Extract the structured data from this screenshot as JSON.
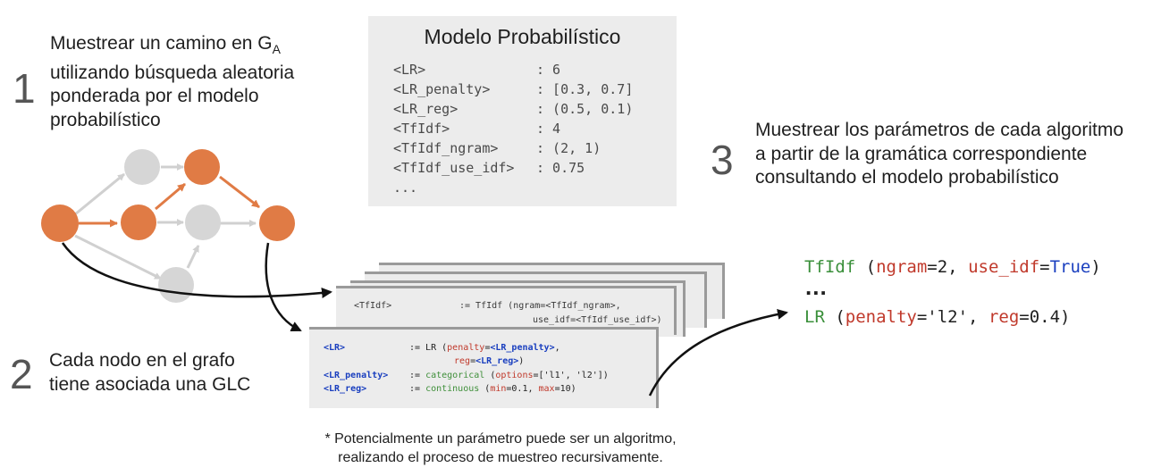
{
  "step1": {
    "number": "1",
    "lines": [
      "Muestrear un camino en G",
      "utilizando búsqueda aleatoria",
      "ponderada por el modelo",
      "probabilístico"
    ],
    "subscript": "A"
  },
  "step2": {
    "number": "2",
    "lines": [
      "Cada nodo en el grafo",
      "tiene asociada una GLC"
    ]
  },
  "step3": {
    "number": "3",
    "lines": [
      "Muestrear los parámetros de cada algoritmo",
      "a partir de la gramática correspondiente",
      "consultando el modelo probabilístico"
    ]
  },
  "model": {
    "title": "Modelo Probabilístico",
    "entries": [
      {
        "key": "<LR>",
        "value": ": 6"
      },
      {
        "key": "<LR_penalty>",
        "value": ": [0.3, 0.7]"
      },
      {
        "key": "<LR_reg>",
        "value": ": (0.5, 0.1)"
      },
      {
        "key": "<TfIdf>",
        "value": ": 4"
      },
      {
        "key": "<TfIdf_ngram>",
        "value": ": (2, 1)"
      },
      {
        "key": "<TfIdf_use_idf>",
        "value": ": 0.75"
      },
      {
        "key": "...",
        "value": ""
      }
    ]
  },
  "grammar_tfidf": {
    "lhs": "<TfIdf>",
    "assign": ":= TfIdf (ngram=<TfIdf_ngram>,",
    "cont": "use_idf=<TfIdf_use_idf>)"
  },
  "grammar_lr": {
    "r1_lhs": "<LR>",
    "r1_assign": ":= LR (",
    "r1_kw1": "penalty",
    "r1_eq1": "=",
    "r1_ref1": "<LR_penalty>",
    "r1_end1": ",",
    "r1_kw2": "reg",
    "r1_eq2": "=",
    "r1_ref2": "<LR_reg>",
    "r1_end2": ")",
    "r2_lhs": "<LR_penalty>",
    "r2_assign": ":= ",
    "r2_fn": "categorical",
    "r2_open": " (",
    "r2_kw": "options",
    "r2_rest": "=['l1', 'l2'])",
    "r3_lhs": "<LR_reg>",
    "r3_assign": ":= ",
    "r3_fn": "continuous",
    "r3_open": " (",
    "r3_kw1": "min",
    "r3_val1": "=0.1, ",
    "r3_kw2": "max",
    "r3_val2": "=10)"
  },
  "output": {
    "l1_fn": "TfIdf",
    "l1_open": " (",
    "l1_kw1": "ngram",
    "l1_val1": "=2, ",
    "l1_kw2": "use_idf",
    "l1_eq2": "=",
    "l1_val2": "True",
    "l1_close": ")",
    "ellipsis": "...",
    "l2_fn": "LR",
    "l2_open": " (",
    "l2_kw1": "penalty",
    "l2_val1": "='l2', ",
    "l2_kw2": "reg",
    "l2_val2": "=0.4)"
  },
  "footnote": {
    "line1": "* Potencialmente un parámetro puede ser un algoritmo,",
    "line2": "realizando el proceso de muestreo recursivamente."
  },
  "colors": {
    "node_active": "#e07b45",
    "node_inactive": "#d6d6d6",
    "edge_active": "#e07b45",
    "edge_inactive": "#d0d0d0"
  }
}
